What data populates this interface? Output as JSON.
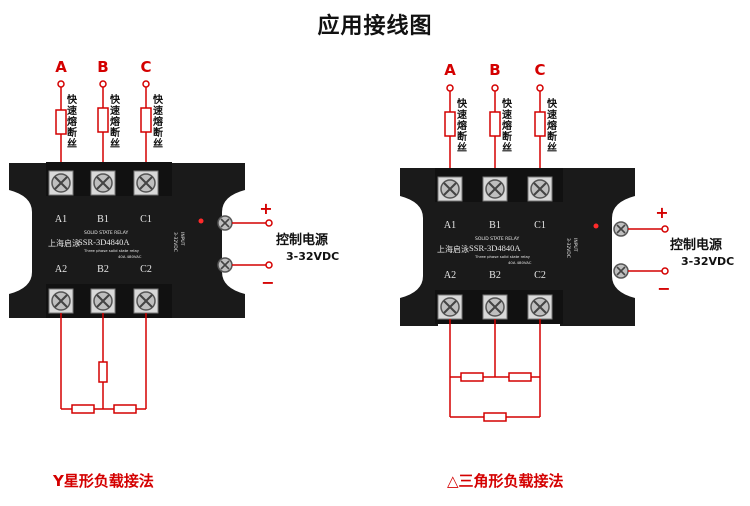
{
  "page_title": "应用接线图",
  "colors": {
    "wire": "#d40000",
    "relay_body": "#1a1a1a",
    "text_on_relay": "#e8e8e8"
  },
  "fuse_label": "快速熔断丝",
  "relay": {
    "brand": "上海启泳",
    "label_top": "SOLID STATE RELAY",
    "model": "SSR-3D4840A",
    "spec_line": "Three phase solid state relay",
    "rating": "40A 480VAC",
    "input_label": "INPUT",
    "input_range": "3-32VDC",
    "terminals_top": [
      "A1",
      "B1",
      "C1"
    ],
    "terminals_bottom": [
      "A2",
      "B2",
      "C2"
    ]
  },
  "control": {
    "label": "控制电源",
    "voltage": "3-32VDC",
    "plus": "+",
    "minus": "−"
  },
  "left_diagram": {
    "phases": [
      "A",
      "B",
      "C"
    ],
    "caption": "Y星形负载接法"
  },
  "right_diagram": {
    "phases": [
      "A",
      "B",
      "C"
    ],
    "caption": "△三角形负载接法"
  }
}
